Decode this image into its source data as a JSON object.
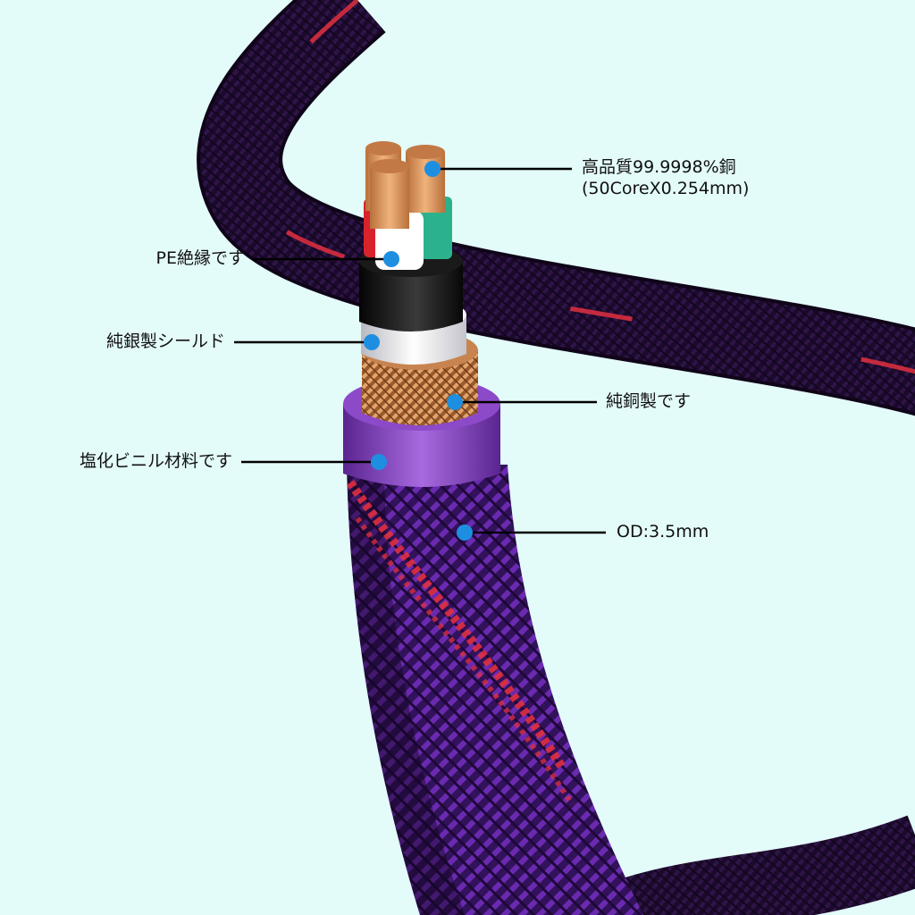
{
  "callouts": {
    "copper_core": {
      "line1": "高品質99.9998%銅",
      "line2": "(50CoreX0.254mm)"
    },
    "pe_insulation": {
      "text": "PE絶縁です"
    },
    "silver_shield": {
      "text": "純銀製シールド"
    },
    "copper_braid": {
      "text": "純銅製です"
    },
    "pvc_jacket": {
      "text": "塩化ビニル材料です"
    },
    "outer_diameter": {
      "text": "OD:3.5mm"
    }
  },
  "colors": {
    "background": "#e3fbf9",
    "marker": "#1e8fe0",
    "leader": "#000000",
    "braid_dark": "#1c0a2c",
    "braid_purple": "#6a2ab0",
    "stripe_red": "#e03040",
    "copper": "#d08a55",
    "pvc_ring": "#7d3fb8"
  }
}
